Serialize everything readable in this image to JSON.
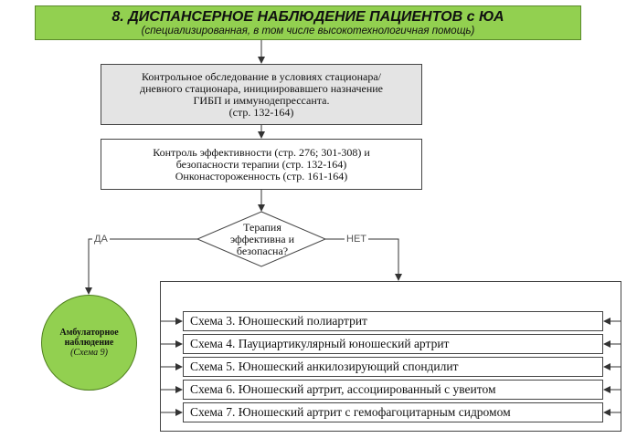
{
  "title": {
    "main": "8. ДИСПАНСЕРНОЕ НАБЛЮДЕНИЕ ПАЦИЕНТОВ с ЮА",
    "sub": "(специализированная, в том числе высокотехнологичная помощь)"
  },
  "box_a": {
    "lines": [
      "Контрольное обследование в условиях стационара/",
      "дневного стационара, инициировавшего назначение",
      "ГИБП и иммунодепрессанта.",
      "(стр. 132-164)"
    ]
  },
  "box_b": {
    "lines": [
      "Контроль эффективности (стр. 276; 301-308) и",
      "безопасности терапии (стр. 132-164)",
      "Онконастороженность (стр. 161-164)"
    ]
  },
  "decision": {
    "lines": [
      "Терапия",
      "эффективна и",
      "безопасна?"
    ]
  },
  "edge_yes": "ДА",
  "edge_no": "НЕТ",
  "outcome": {
    "main_lines": [
      "Амбулаторное",
      "наблюдение"
    ],
    "sub": "(Схема 9)"
  },
  "schemes": [
    "Схема 3. Юношеский полиартрит",
    "Схема 4. Пауциартикулярный юношеский артрит",
    "Схема 5. Юношеский анкилозирующий спондилит",
    "Схема 6. Юношеский артрит, ассоциированный с увеитом",
    "Схема 7. Юношеский артрит с гемофагоцитарным сидромом"
  ],
  "colors": {
    "green": "#92d050",
    "grey_box": "#e4e4e4",
    "line": "#444444"
  }
}
